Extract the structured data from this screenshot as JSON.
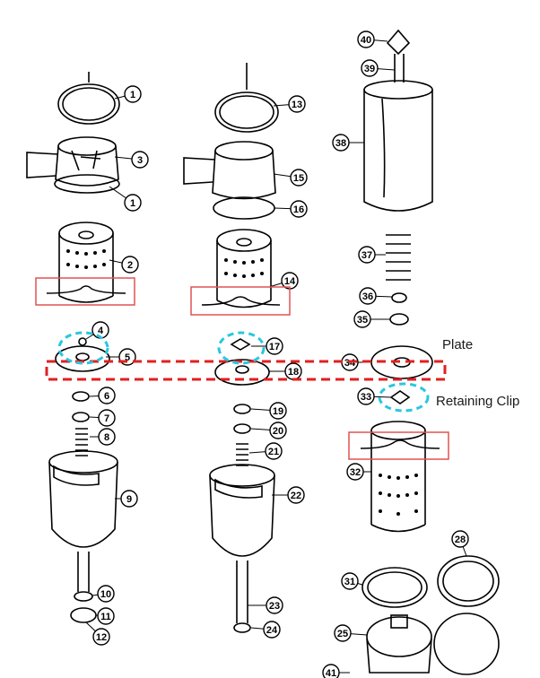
{
  "callouts": [
    {
      "label": "1"
    },
    {
      "label": "3"
    },
    {
      "label": "1"
    },
    {
      "label": "2"
    },
    {
      "label": "4"
    },
    {
      "label": "5"
    },
    {
      "label": "6"
    },
    {
      "label": "7"
    },
    {
      "label": "8"
    },
    {
      "label": "9"
    },
    {
      "label": "10"
    },
    {
      "label": "11"
    },
    {
      "label": "12"
    },
    {
      "label": "13"
    },
    {
      "label": "15"
    },
    {
      "label": "16"
    },
    {
      "label": "14"
    },
    {
      "label": "17"
    },
    {
      "label": "18"
    },
    {
      "label": "19"
    },
    {
      "label": "20"
    },
    {
      "label": "21"
    },
    {
      "label": "22"
    },
    {
      "label": "23"
    },
    {
      "label": "24"
    },
    {
      "label": "40"
    },
    {
      "label": "39"
    },
    {
      "label": "38"
    },
    {
      "label": "37"
    },
    {
      "label": "36"
    },
    {
      "label": "35"
    },
    {
      "label": "34"
    },
    {
      "label": "33"
    },
    {
      "label": "32"
    },
    {
      "label": "28"
    },
    {
      "label": "31"
    },
    {
      "label": "25"
    },
    {
      "label": "41"
    }
  ],
  "annotations": {
    "plate": "Plate",
    "retaining_clip": "Retaining Clip"
  },
  "colors": {
    "highlight_box": "#e05252",
    "dashed_band": "#e02020",
    "focus_ring": "#29c7e0",
    "line_art": "#000000"
  }
}
